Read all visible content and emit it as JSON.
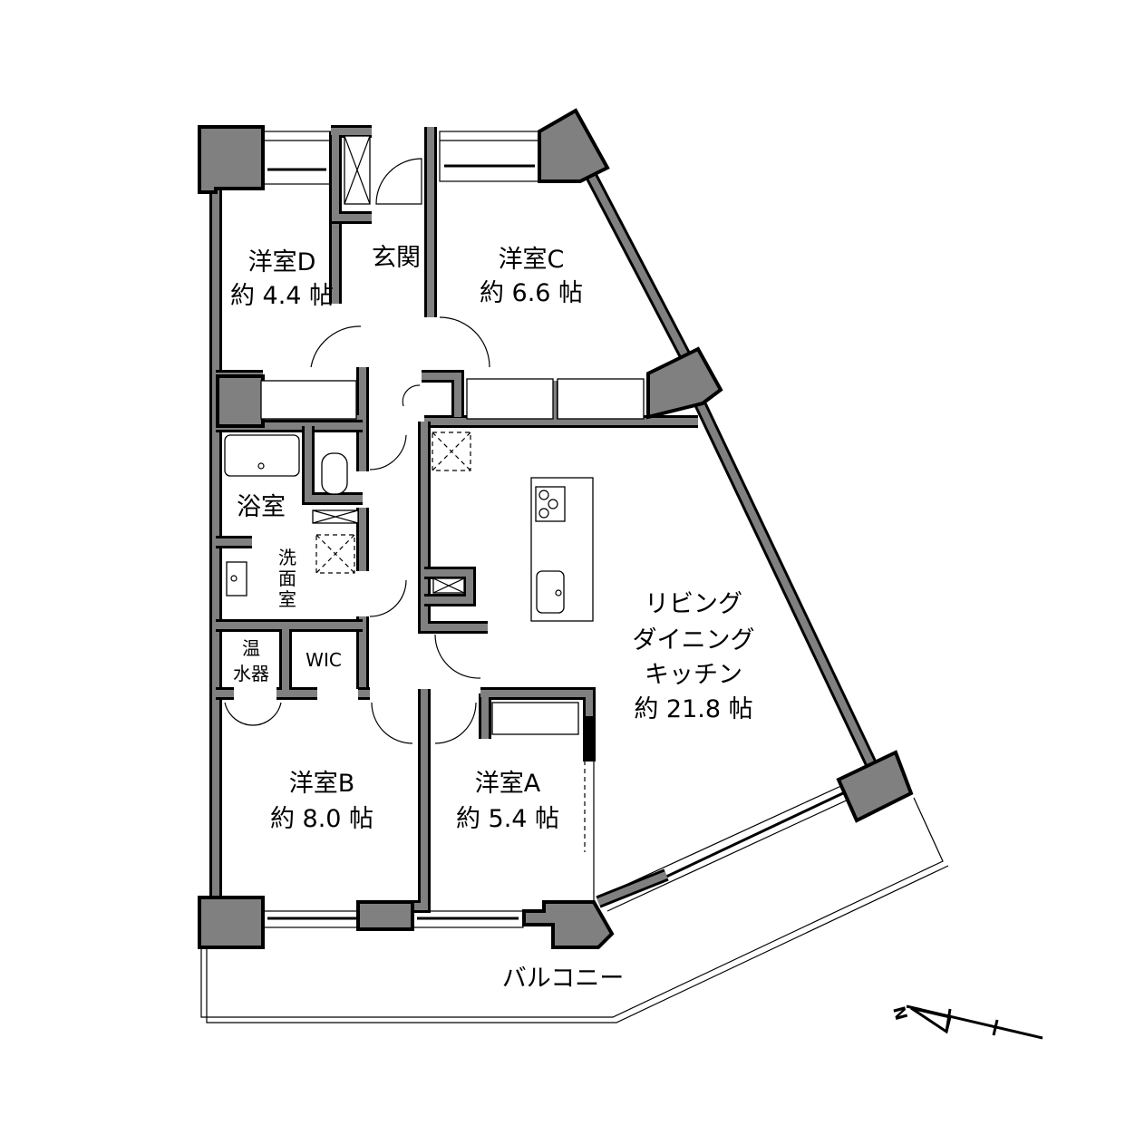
{
  "rooms": {
    "d": {
      "name": "洋室D",
      "size": "約 4.4 帖"
    },
    "c": {
      "name": "洋室C",
      "size": "約 6.6 帖"
    },
    "entrance": {
      "name": "玄関"
    },
    "bath": {
      "name": "浴室"
    },
    "washroom": {
      "name_lines": [
        "洗",
        "面",
        "室"
      ]
    },
    "water_heater": {
      "name_lines": [
        "温",
        "水器"
      ]
    },
    "wic": {
      "name": "WIC"
    },
    "ldk": {
      "name_lines": [
        "リビング",
        "ダイニング",
        "キッチン"
      ],
      "size": "約 21.8 帖"
    },
    "b": {
      "name": "洋室B",
      "size": "約 8.0 帖"
    },
    "a": {
      "name": "洋室A",
      "size": "約 5.4 帖"
    },
    "balcony": {
      "name": "バルコニー"
    }
  },
  "compass": {
    "label": "N"
  },
  "colors": {
    "wall": "#808080",
    "outline": "#000000"
  }
}
